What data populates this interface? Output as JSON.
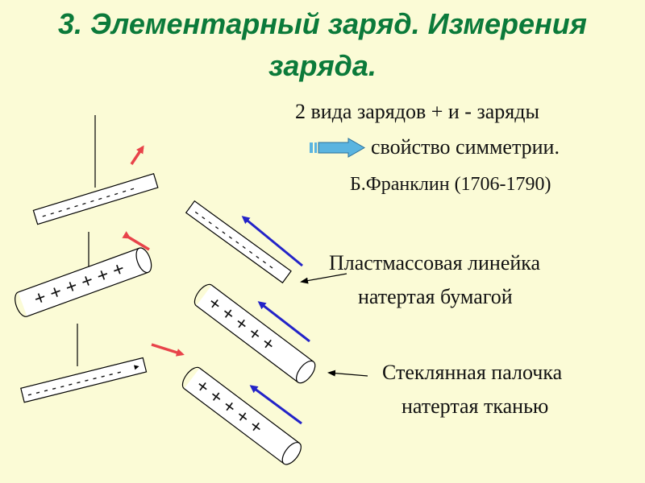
{
  "title_line1": "3. Элементарный заряд.  Измерения",
  "title_line2": "заряда.",
  "charges_text": "2 вида зарядов  + и - заряды",
  "symmetry_text": "свойство симметрии.",
  "franklin_text": "Б.Франклин (1706-1790)",
  "ruler_label_line1": "Пластмассовая линейка",
  "ruler_label_line2": "натертая бумагой",
  "rod_label_line1": "Стеклянная палочка",
  "rod_label_line2": "натертая тканью",
  "minus_signs": "- - - - - - - - - - - -",
  "plus_signs": "+ + + + + +",
  "plus_signs_5": "+ + + + +",
  "colors": {
    "title": "#0b7a3a",
    "red_arrow": "#e8434a",
    "blue_arrow": "#2323c8",
    "block_arrow": "#5ab4e0",
    "background": "#fbfbd6"
  }
}
